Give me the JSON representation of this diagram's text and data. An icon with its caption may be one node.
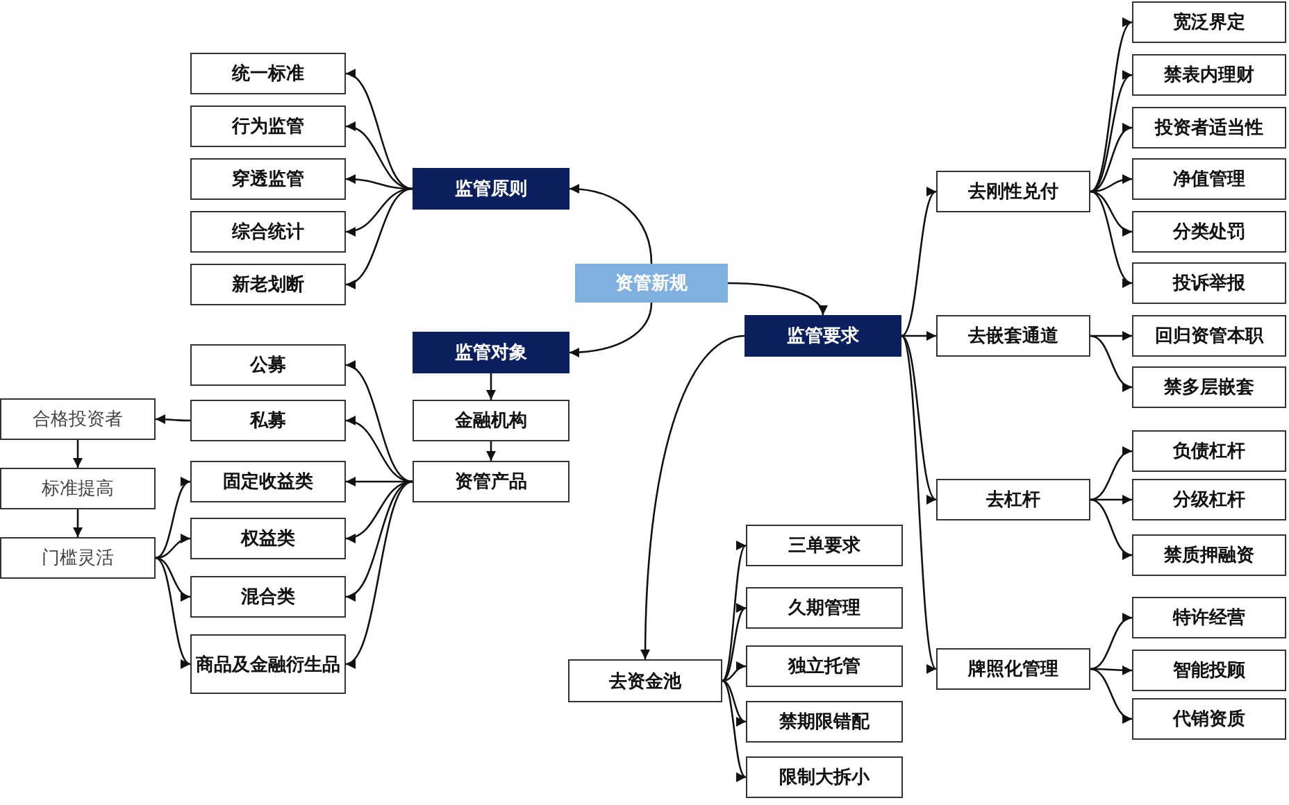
{
  "diagram": {
    "nodes": [
      {
        "text": [
          "资管新规"
        ]
      },
      {
        "text": [
          "监管原则"
        ]
      },
      {
        "text": [
          "统一标准"
        ]
      },
      {
        "text": [
          "行为监管"
        ]
      },
      {
        "text": [
          "穿透监管"
        ]
      },
      {
        "text": [
          "综合统计"
        ]
      },
      {
        "text": [
          "新老划断"
        ]
      },
      {
        "text": [
          "监管对象"
        ]
      },
      {
        "text": [
          "公募"
        ]
      },
      {
        "text": [
          "私募"
        ]
      },
      {
        "text": [
          "合格投资者"
        ]
      },
      {
        "text": [
          "标准提高"
        ]
      },
      {
        "text": [
          "门槛灵活"
        ]
      },
      {
        "text": [
          "金融机构"
        ]
      },
      {
        "text": [
          "资管产品"
        ]
      },
      {
        "text": [
          "固定收益类"
        ]
      },
      {
        "text": [
          "权益类"
        ]
      },
      {
        "text": [
          "混合类"
        ]
      },
      {
        "text": [
          "商品及金融衍生品"
        ]
      },
      {
        "text": [
          "监管要求"
        ]
      },
      {
        "text": [
          "去刚性兑付"
        ]
      },
      {
        "text": [
          "宽泛界定"
        ]
      },
      {
        "text": [
          "禁表内理财"
        ]
      },
      {
        "text": [
          "投资者适当性"
        ]
      },
      {
        "text": [
          "净值管理"
        ]
      },
      {
        "text": [
          "分类处罚"
        ]
      },
      {
        "text": [
          "投诉举报"
        ]
      },
      {
        "text": [
          "去嵌套通道"
        ]
      },
      {
        "text": [
          "回归资管本职"
        ]
      },
      {
        "text": [
          "禁多层嵌套"
        ]
      },
      {
        "text": [
          "去杠杆"
        ]
      },
      {
        "text": [
          "负债杠杆"
        ]
      },
      {
        "text": [
          "分级杠杆"
        ]
      },
      {
        "text": [
          "禁质押融资"
        ]
      },
      {
        "text": [
          "牌照化管理"
        ]
      },
      {
        "text": [
          "特许经营"
        ]
      },
      {
        "text": [
          "智能投顾"
        ]
      },
      {
        "text": [
          "代销资质"
        ]
      },
      {
        "text": [
          "去资金池"
        ]
      },
      {
        "text": [
          "三单要求"
        ]
      },
      {
        "text": [
          "久期管理"
        ]
      },
      {
        "text": [
          "独立托管"
        ]
      },
      {
        "text": [
          "禁期限错配"
        ]
      },
      {
        "text": [
          "限制大拆小"
        ]
      }
    ],
    "edges": [
      {
        "from": 0,
        "to": 1,
        "arrow": "to"
      },
      {
        "from": 0,
        "to": 7,
        "arrow": "to"
      },
      {
        "from": 0,
        "to": 19,
        "arrow": "to"
      },
      {
        "from": 1,
        "to": 2,
        "arrow": "to"
      },
      {
        "from": 1,
        "to": 3,
        "arrow": "to"
      },
      {
        "from": 1,
        "to": 4,
        "arrow": "to"
      },
      {
        "from": 1,
        "to": 5,
        "arrow": "to"
      },
      {
        "from": 1,
        "to": 6,
        "arrow": "to"
      },
      {
        "from": 7,
        "to": 13,
        "arrow": "to"
      },
      {
        "from": 13,
        "to": 14,
        "arrow": "to"
      },
      {
        "from": 14,
        "to": 8,
        "arrow": "to"
      },
      {
        "from": 14,
        "to": 9,
        "arrow": "to"
      },
      {
        "from": 14,
        "to": 15,
        "arrow": "to"
      },
      {
        "from": 14,
        "to": 16,
        "arrow": "to"
      },
      {
        "from": 14,
        "to": 17,
        "arrow": "to"
      },
      {
        "from": 14,
        "to": 18,
        "arrow": "to"
      },
      {
        "from": 9,
        "to": 10,
        "arrow": "to"
      },
      {
        "from": 10,
        "to": 11,
        "arrow": "to"
      },
      {
        "from": 11,
        "to": 12,
        "arrow": "to"
      },
      {
        "from": 12,
        "to": 15,
        "arrow": "to"
      },
      {
        "from": 12,
        "to": 16,
        "arrow": "to"
      },
      {
        "from": 12,
        "to": 17,
        "arrow": "to"
      },
      {
        "from": 12,
        "to": 18,
        "arrow": "to"
      },
      {
        "from": 19,
        "to": 20,
        "arrow": "to"
      },
      {
        "from": 19,
        "to": 27,
        "arrow": "to"
      },
      {
        "from": 19,
        "to": 30,
        "arrow": "to"
      },
      {
        "from": 19,
        "to": 34,
        "arrow": "to"
      },
      {
        "from": 19,
        "to": 38,
        "arrow": "to"
      },
      {
        "from": 20,
        "to": 21,
        "arrow": "to"
      },
      {
        "from": 20,
        "to": 22,
        "arrow": "to"
      },
      {
        "from": 20,
        "to": 23,
        "arrow": "to"
      },
      {
        "from": 20,
        "to": 24,
        "arrow": "to"
      },
      {
        "from": 20,
        "to": 25,
        "arrow": "to"
      },
      {
        "from": 20,
        "to": 26,
        "arrow": "to"
      },
      {
        "from": 27,
        "to": 28,
        "arrow": "to"
      },
      {
        "from": 27,
        "to": 29,
        "arrow": "to"
      },
      {
        "from": 30,
        "to": 31,
        "arrow": "to"
      },
      {
        "from": 30,
        "to": 32,
        "arrow": "to"
      },
      {
        "from": 30,
        "to": 33,
        "arrow": "to"
      },
      {
        "from": 34,
        "to": 35,
        "arrow": "to"
      },
      {
        "from": 34,
        "to": 36,
        "arrow": "to"
      },
      {
        "from": 34,
        "to": 37,
        "arrow": "to"
      },
      {
        "from": 38,
        "to": 39,
        "arrow": "to"
      },
      {
        "from": 38,
        "to": 40,
        "arrow": "to"
      },
      {
        "from": 38,
        "to": 41,
        "arrow": "to"
      },
      {
        "from": 38,
        "to": 42,
        "arrow": "to"
      },
      {
        "from": 38,
        "to": 43,
        "arrow": "to"
      }
    ]
  }
}
